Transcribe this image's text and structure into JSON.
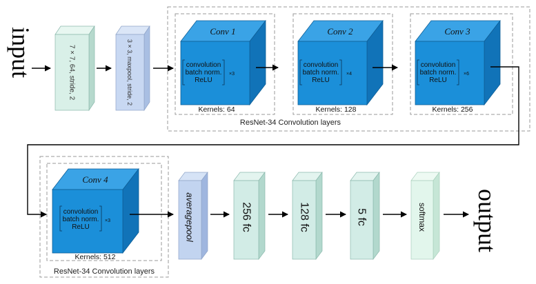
{
  "input_label": "input",
  "output_label": "output",
  "stem": {
    "layer1": "7 × 7, 64, stride, 2",
    "layer2": "3 × 3, maxpool, stride, 2"
  },
  "groups": {
    "top_caption": "ResNet-34 Convolution layers",
    "bottom_caption": "ResNet-34 Convolution layers"
  },
  "blocks": [
    {
      "title": "Conv 1",
      "line1": "convolution",
      "line2": "batch norm.",
      "line3": "ReLU",
      "repeat": "×3",
      "kernels": "Kernels: 64"
    },
    {
      "title": "Conv 2",
      "line1": "convolution",
      "line2": "batch norm.",
      "line3": "ReLU",
      "repeat": "×4",
      "kernels": "Kernels: 128"
    },
    {
      "title": "Conv 3",
      "line1": "convolution",
      "line2": "batch norm.",
      "line3": "ReLU",
      "repeat": "×6",
      "kernels": "Kernels: 256"
    },
    {
      "title": "Conv 4",
      "line1": "convolution",
      "line2": "batch norm.",
      "line3": "ReLU",
      "repeat": "×3",
      "kernels": "Kernels: 512"
    }
  ],
  "head": {
    "avgpool": "averagepool",
    "fc256": "256 fc",
    "fc128": "128 fc",
    "fc5": "5 fc",
    "softmax": "softmax"
  },
  "colors": {
    "cube_front": "#1b8fd9",
    "cube_top": "#3aa3e6",
    "cube_side": "#1173b8",
    "stem1_front": "#d9f0e8",
    "stem2_front": "#c8d8f2",
    "avgpool_front": "#c2d4f0",
    "fc_front": "#d2ece6",
    "softmax_front": "#e2f6ec"
  }
}
